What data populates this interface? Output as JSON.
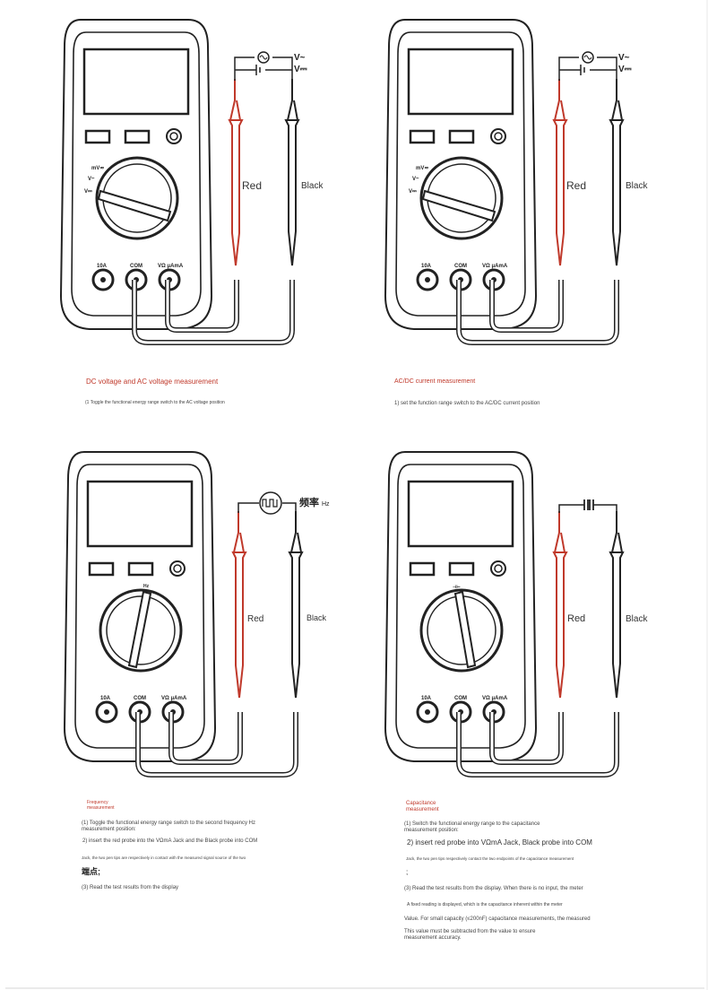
{
  "panels": [
    {
      "mode": "voltage",
      "source_labels": [
        "V~",
        "V⎓"
      ],
      "red_label": "Red",
      "black_label": "Black",
      "dial_labels": [
        "mV≂",
        "V~",
        "V⎓"
      ],
      "jack_labels": [
        "10A",
        "COM",
        "VΩ μAmA"
      ],
      "caption_title": "DC voltage and AC voltage measurement",
      "caption_lines": [
        "(1 Toggle the functional energy range switch to the AC voltage position"
      ]
    },
    {
      "mode": "current",
      "source_labels": [
        "V~",
        "V⎓"
      ],
      "red_label": "Red",
      "black_label": "Black",
      "dial_labels": [
        "mV≂",
        "V~",
        "V⎓"
      ],
      "jack_labels": [
        "10A",
        "COM",
        "VΩ μAmA"
      ],
      "caption_title": "AC/DC current measurement",
      "caption_lines": [
        "1) set the function range switch to the AC/DC current position"
      ]
    },
    {
      "mode": "frequency",
      "source_labels": [
        "频率",
        "Hz"
      ],
      "red_label": "Red",
      "black_label": "Black",
      "dial_labels": [
        "Hz"
      ],
      "jack_labels": [
        "10A",
        "COM",
        "VΩ μAmA"
      ],
      "caption_title": "Frequency measurement",
      "caption_lines": [
        "(1) Toggle the functional energy range switch to the second frequency Hz measurement position:",
        "2) insert the red probe into the VΩmA Jack and the Black probe into COM",
        "Jack, the two pen tips are respectively in contact with the measured signal source of the two",
        "端点;",
        "(3) Read the test results from the display"
      ]
    },
    {
      "mode": "capacitance",
      "source_labels": [],
      "red_label": "Red",
      "black_label": "Black",
      "dial_labels": [
        "⊣⊢"
      ],
      "jack_labels": [
        "10A",
        "COM",
        "VΩ μAmA"
      ],
      "caption_title": "Capacitance measurement",
      "caption_lines": [
        "(1) Switch the functional energy range to the capacitance measurement position:",
        "2) insert red probe into VΩmA Jack, Black probe into COM",
        "Jack, the two pen tips respectively contact the two endpoints of the capacitance measurement",
        ";",
        "(3) Read the test results from the display. When there is no input, the meter",
        "A fixed reading is displayed, which is the capacitance inherent within the meter",
        "Value. For small capacity (≤200nF) capacitance measurements, the measured",
        "This value must be subtracted from the value to ensure measurement accuracy."
      ]
    }
  ]
}
